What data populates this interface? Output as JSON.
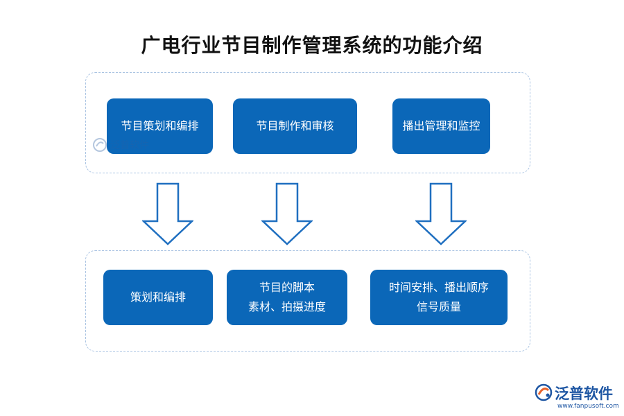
{
  "title": "广电行业节目制作管理系统的功能介绍",
  "top_boxes": [
    {
      "label": "节目策划和编排"
    },
    {
      "label": "节目制作和审核"
    },
    {
      "label": "播出管理和监控"
    }
  ],
  "bottom_boxes": [
    {
      "lines": [
        "策划和编排"
      ]
    },
    {
      "lines": [
        "节目的脚本",
        "素材、拍摄进度"
      ]
    },
    {
      "lines": [
        "时间安排、播出顺序",
        "信号质量"
      ]
    }
  ],
  "watermark": "泛普软件",
  "logo": {
    "name": "泛普软件",
    "url": "www.fanpusoft.com"
  },
  "colors": {
    "box": "#0b67b8",
    "arrow_stroke": "#1f6fc0",
    "panel_border": "#a9c3e2"
  }
}
